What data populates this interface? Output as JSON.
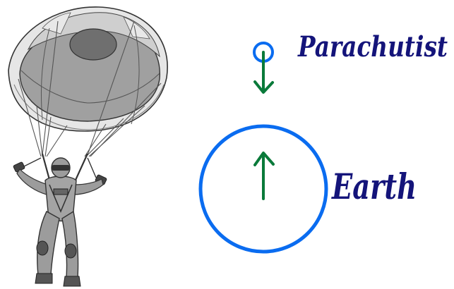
{
  "labels": {
    "parachutist": "Parachutist",
    "earth": "Earth"
  },
  "colors": {
    "label_ink": "#14147a",
    "circle_outline": "#0a6cf0",
    "force_arrow": "#0a7a3a",
    "canopy_dark": "#9a9a9a",
    "canopy_light": "#d4d4d4",
    "figure_gray": "#9c9c9c",
    "outline": "#333333"
  },
  "icons": {
    "parachutist": "parachutist-illustration",
    "small_body": "parachutist-circle",
    "large_body": "earth-circle",
    "force_on_parachutist": "arrow-down-icon",
    "force_on_earth": "arrow-up-icon"
  }
}
